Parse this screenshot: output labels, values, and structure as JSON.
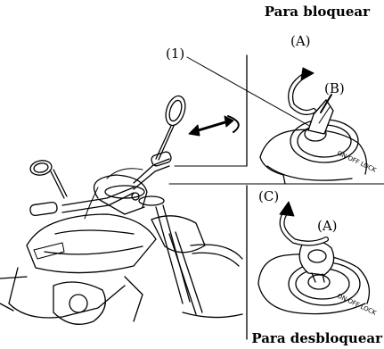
{
  "titles": {
    "lock": "Para bloquear",
    "unlock": "Para desbloquear"
  },
  "callouts": {
    "one": "(1)",
    "a_top": "(A)",
    "b": "(B)",
    "c": "(C)",
    "a_bottom": "(A)"
  },
  "switch_lettering": {
    "top": "ON OFF LOCK",
    "bottom": "ON OFF LOCK"
  },
  "icons": [
    "lock-rotate-arrow",
    "unlock-rotate-arrow",
    "push-arrow",
    "handlebar-move-arrow",
    "ignition-key"
  ],
  "colors": {
    "ink": "#000000",
    "paper": "#ffffff"
  }
}
